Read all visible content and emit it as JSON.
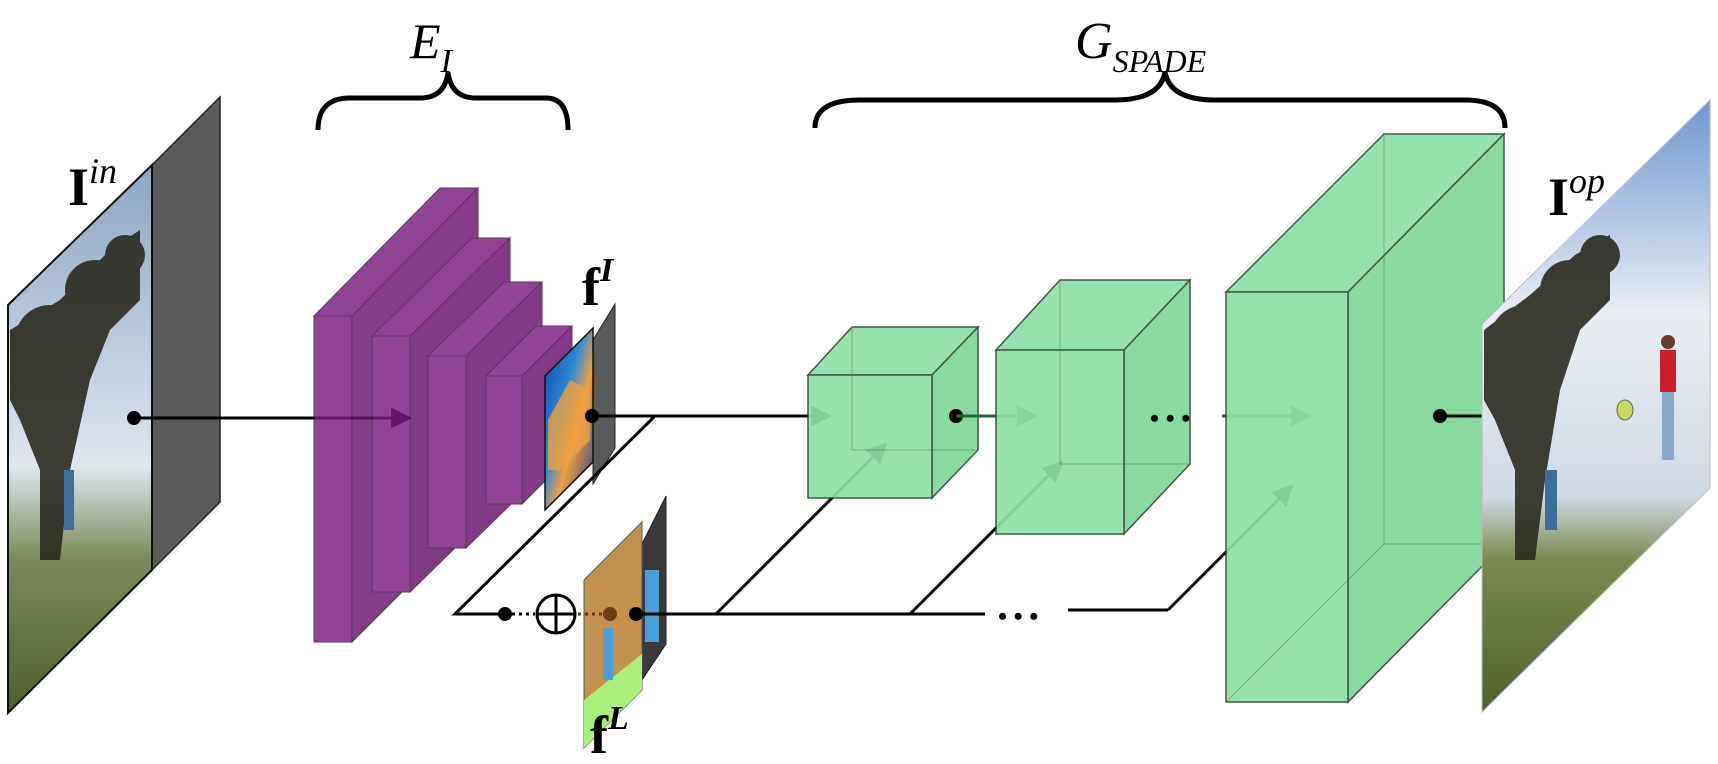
{
  "labels": {
    "encoder_main": "E",
    "encoder_sub": "I",
    "generator_main": "G",
    "generator_sub": "SPADE",
    "input_main": "I",
    "input_sup": "in",
    "output_main": "I",
    "output_sup": "op",
    "feature_image_main": "f",
    "feature_image_sup": "I",
    "feature_label_main": "f",
    "feature_label_sup": "L",
    "concat_symbol": "⊕",
    "ellipsis": "• • •"
  },
  "colors": {
    "encoder_fill": "#7a1a80",
    "generator_fill": "#8ee0a6",
    "generator_stroke": "#2e4a36",
    "input_side": "#5a5a5a",
    "arrow_dark": "#000000",
    "arrow_green": "#1a6b2e",
    "label_map_bg": "#c4914e",
    "label_map_grass": "#a8f07a",
    "label_map_person": "#4a9fd8"
  }
}
